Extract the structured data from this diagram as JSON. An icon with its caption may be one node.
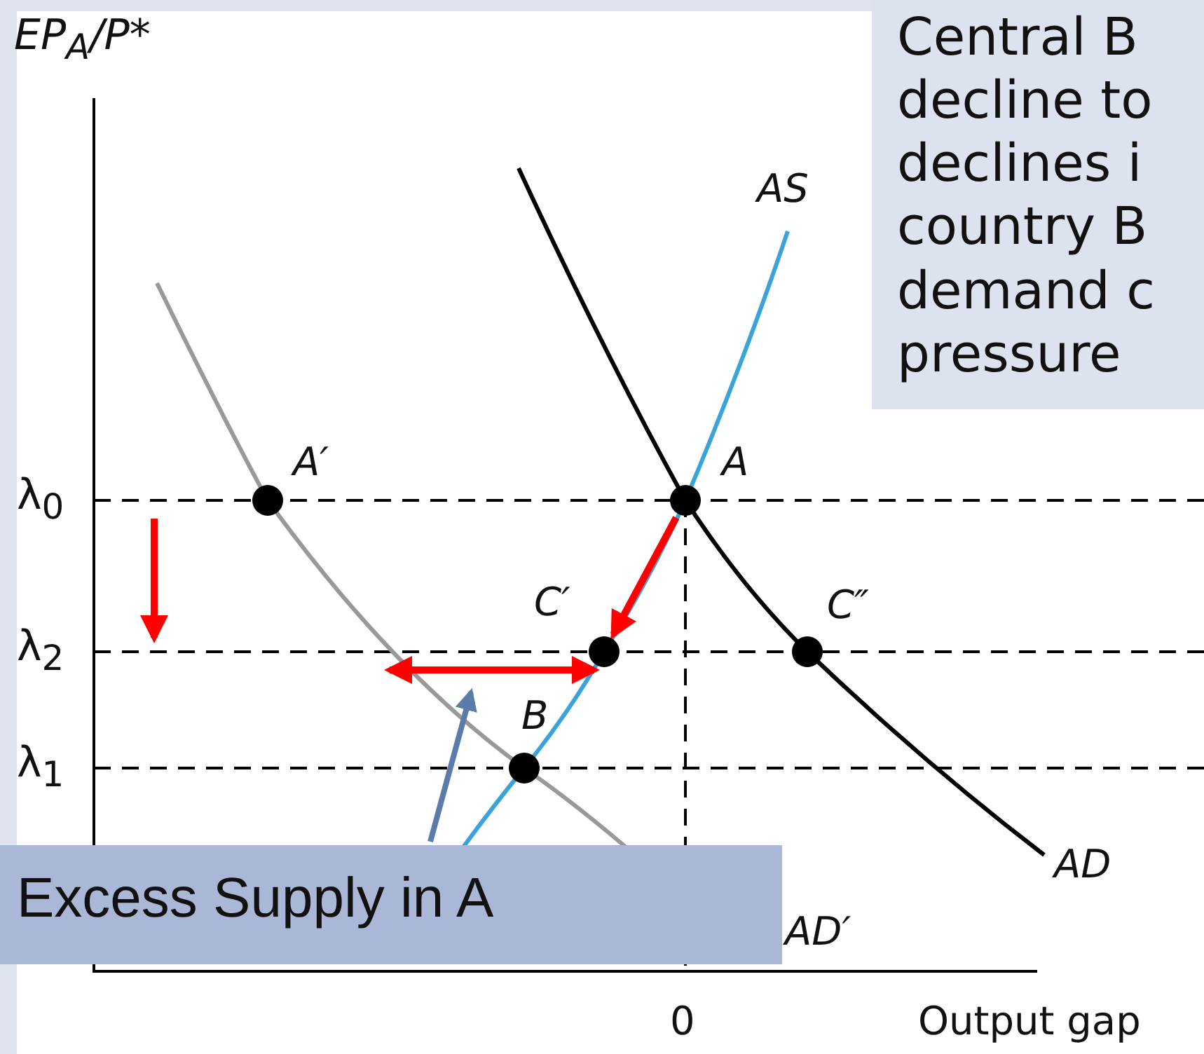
{
  "diagram": {
    "nodes": [
      {
        "text": [
          "Central B decline to declines i country B demand c pressure"
        ]
      },
      {
        "text": [
          "A′"
        ]
      },
      {
        "text": [
          "A"
        ]
      },
      {
        "text": [
          "C′"
        ]
      },
      {
        "text": [
          "C″"
        ]
      },
      {
        "text": [
          "B"
        ]
      },
      {
        "text": [
          "Excess Supply in A"
        ]
      }
    ],
    "edges": [
      {
        "from": 2,
        "to": 3,
        "arrow": "to"
      },
      {
        "from": 3,
        "to": null,
        "arrow": "both"
      },
      {
        "from": 6,
        "to": null,
        "arrow": "to",
        "color": "#5b7ba8"
      }
    ],
    "labels": [
      "EP$_{A}$/P*",
      "AS",
      "λ$_{0}$",
      "λ$_{2}$",
      "λ$_{1}$",
      "AD",
      "AD′",
      "0",
      "Output gap"
    ]
  }
}
